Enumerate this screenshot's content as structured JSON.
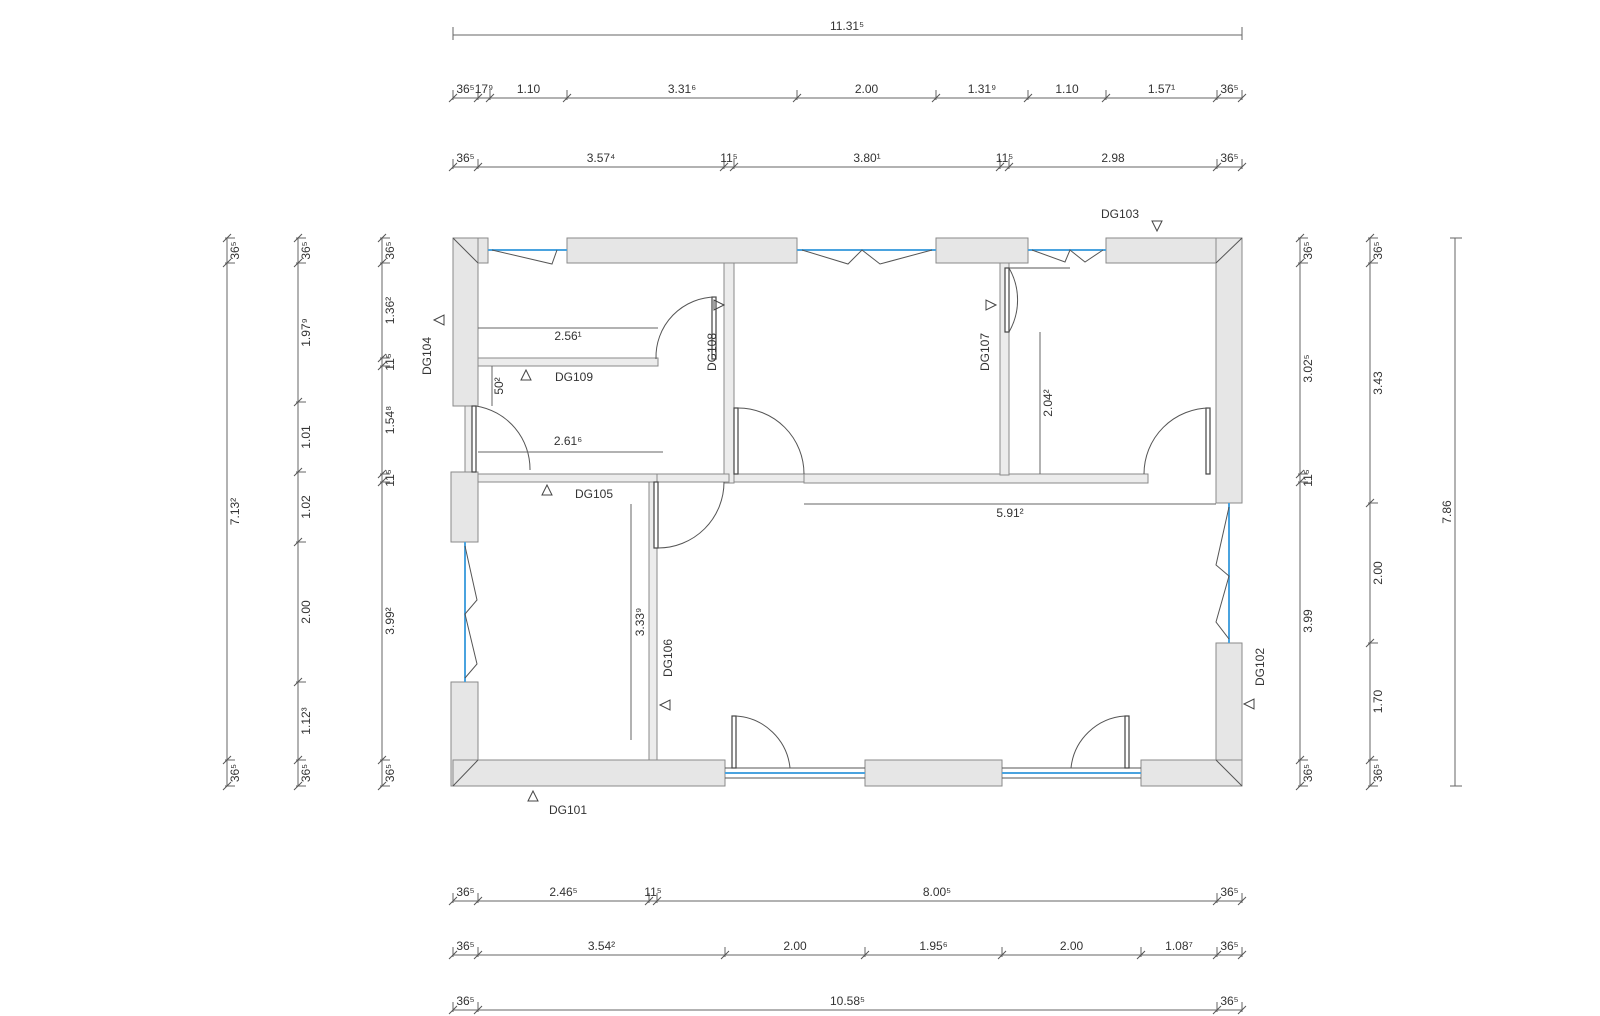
{
  "dimensions": {
    "top_total": "11.31⁵",
    "top_row_1": [
      "36⁵",
      "17⁹",
      "1.10",
      "3.31⁶",
      "2.00",
      "1.31⁹",
      "1.10",
      "1.57¹",
      "36⁵"
    ],
    "top_row_2": [
      "36⁵",
      "3.57⁴",
      "11⁵",
      "3.80¹",
      "11⁵",
      "2.98",
      "36⁵"
    ],
    "bottom_row_1": [
      "36⁵",
      "2.46⁵",
      "11⁵",
      "8.00⁵",
      "36⁵"
    ],
    "bottom_row_2": [
      "36⁵",
      "3.54²",
      "2.00",
      "1.95⁶",
      "2.00",
      "1.08⁷",
      "36⁵"
    ],
    "bottom_total": [
      "36⁵",
      "10.58⁵",
      "36⁵"
    ],
    "left_col_1": [
      "36⁵",
      "7.13²",
      "36⁵"
    ],
    "left_col_2": [
      "36⁵",
      "1.97⁹",
      "1.01",
      "1.02",
      "2.00",
      "1.12³",
      "36⁵"
    ],
    "left_col_3": [
      "36⁵",
      "1.36²",
      "11⁵",
      "1.54⁸",
      "11⁵",
      "3.99²",
      "36⁵"
    ],
    "right_col_1": [
      "36⁵",
      "3.02⁵",
      "11⁵",
      "3.99",
      "36⁵"
    ],
    "right_col_2": [
      "36⁵",
      "3.43",
      "2.00",
      "1.70",
      "36⁵"
    ],
    "right_total": "7.86",
    "interior": [
      "2.56¹",
      "50²",
      "2.61⁶",
      "3.33⁹",
      "2.04²",
      "5.91²"
    ]
  },
  "rooms": [
    "DG101",
    "DG102",
    "DG103",
    "DG104",
    "DG105",
    "DG106",
    "DG107",
    "DG108",
    "DG109"
  ],
  "colors": {
    "wall_fill": "#e6e6e6",
    "wall_stroke": "#8a8a8a",
    "window": "#4aa3df",
    "line": "#555555"
  }
}
